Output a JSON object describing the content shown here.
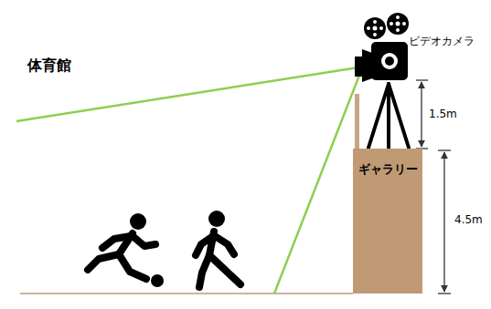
{
  "diagram": {
    "title": "体育館",
    "nodes": [
      {
        "text": [
          "ギャラリー"
        ]
      }
    ],
    "labels": [
      "ビデオカメラ",
      "1.5m",
      "4.5m"
    ]
  }
}
